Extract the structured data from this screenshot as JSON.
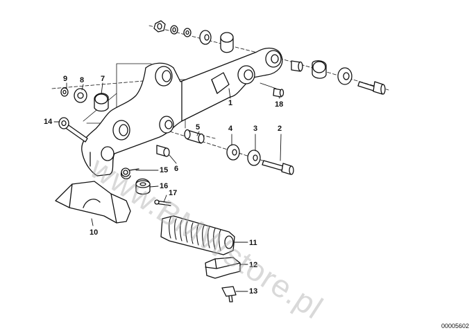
{
  "watermark": "www.BMWstore.pl",
  "document_number": "00005602",
  "callouts": {
    "c1": "1",
    "c2": "2",
    "c3": "3",
    "c4": "4",
    "c5": "5",
    "c6": "6",
    "c7": "7",
    "c8": "8",
    "c9": "9",
    "c10": "10",
    "c11": "11",
    "c12": "12",
    "c13": "13",
    "c14": "14",
    "c15": "15",
    "c16": "16",
    "c17": "17",
    "c18": "18"
  }
}
